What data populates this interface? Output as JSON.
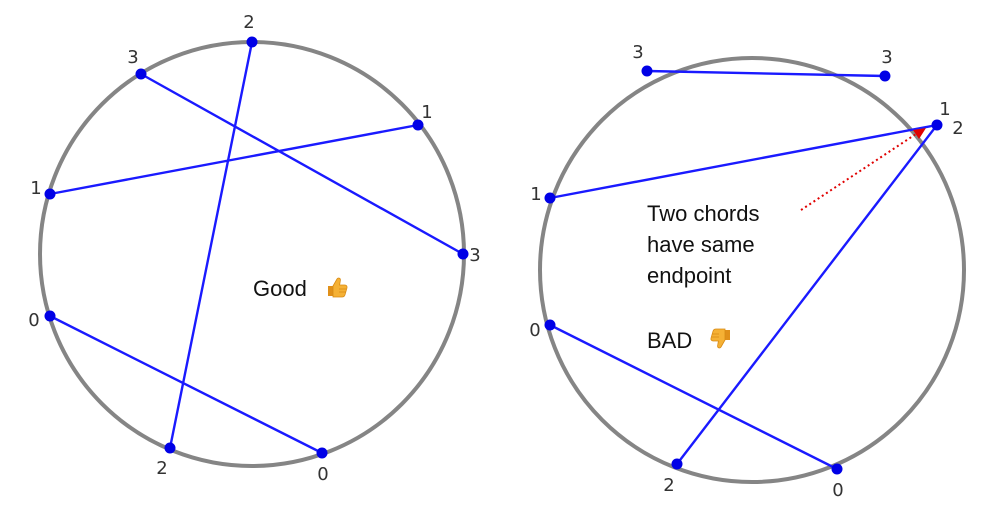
{
  "diagrams": [
    {
      "name": "good",
      "chords": [
        {
          "label_a": "2",
          "label_b": "2"
        },
        {
          "label_a": "3",
          "label_b": "3"
        },
        {
          "label_a": "1",
          "label_b": "1"
        },
        {
          "label_a": "0",
          "label_b": "0"
        }
      ],
      "caption": "Good",
      "icon": "thumbs-up-icon",
      "icon_color": "#f5a623"
    },
    {
      "name": "bad",
      "chords": [
        {
          "label_a": "3",
          "label_b": "3"
        },
        {
          "label_a": "1",
          "label_b": "1"
        },
        {
          "label_a": "2",
          "label_b": "2"
        },
        {
          "label_a": "0",
          "label_b": "0"
        }
      ],
      "note": [
        "Two chords",
        "have same",
        "endpoint"
      ],
      "caption": "BAD",
      "icon": "thumbs-down-icon",
      "icon_color": "#f5a623"
    }
  ],
  "colors": {
    "circle": "#858585",
    "chord": "#1a1aff",
    "endpoint": "#0000e6",
    "pointer": "#e00000"
  }
}
